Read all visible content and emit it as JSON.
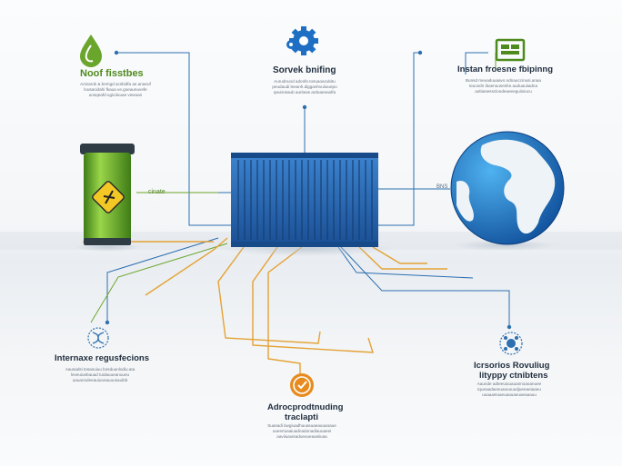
{
  "nodes": {
    "top_left": {
      "title": "Noof fisstbes",
      "lines": [
        "Actvarok & bemgd acsbidfa ae.anaeuf",
        "lousacidahi fkaua ve.goeaunuvefe",
        "uosqeafd ugicduuae vewuan"
      ]
    },
    "top_center": {
      "title": "Sorvek bnifing",
      "lines": [
        "Aurudnuod adonfe.tosuaoacubitu",
        "peudaudi leeanh.digganhvuiiuuepu",
        "qeuirosaub aunleas ardoaeeaolfa"
      ]
    },
    "top_right": {
      "title": "Instan froesne fbipinng",
      "lines": [
        "Bunsd meuaduuaavo odnauccinusi.anaa",
        "teucedn ibaenuuseshe.auduauiiadna",
        "aobiasesscloodeaeeeguiioiucu"
      ]
    },
    "mid_left": {
      "title": "Internaxe regusfecions",
      "lines": [
        "Aausadsi tosaouiuu bosduunlodiu.ata",
        "leveuiuebauad tuidauueanuueu",
        "uauanndeeauiuoeauuusauibb"
      ]
    },
    "bottom_center": {
      "title": "Adrocprodtnuding",
      "title2": "traclapti",
      "lines": [
        "Suasadi lavgiuadhuuasuaeauuaoaue",
        "uueeriuaaiuadnadunadiauuaeei",
        "aaviiuauisadueuueaasiiuaa"
      ]
    },
    "mid_right": {
      "title": "Icrsorios Rovuliug",
      "title2": "lityppy ctnibtens",
      "lines": [
        "Aaunde adteeuiuuauannoaoanuee",
        "tqueaadaeeuaouuuudjueeaeiaaeu",
        "uuaaaeiuaeuaauaeuaeaaauu"
      ]
    }
  },
  "battery_label": "cinate",
  "globe_label": "BNS",
  "colors": {
    "blue": "#1e5fa8",
    "green": "#6aa62c",
    "orange": "#e4a234",
    "line_blue": "#2d6fb0"
  },
  "icons": [
    "drop-icon",
    "gear-icon",
    "screen-icon",
    "dna-icon",
    "check-badge-icon",
    "network-icon",
    "warning-icon"
  ]
}
